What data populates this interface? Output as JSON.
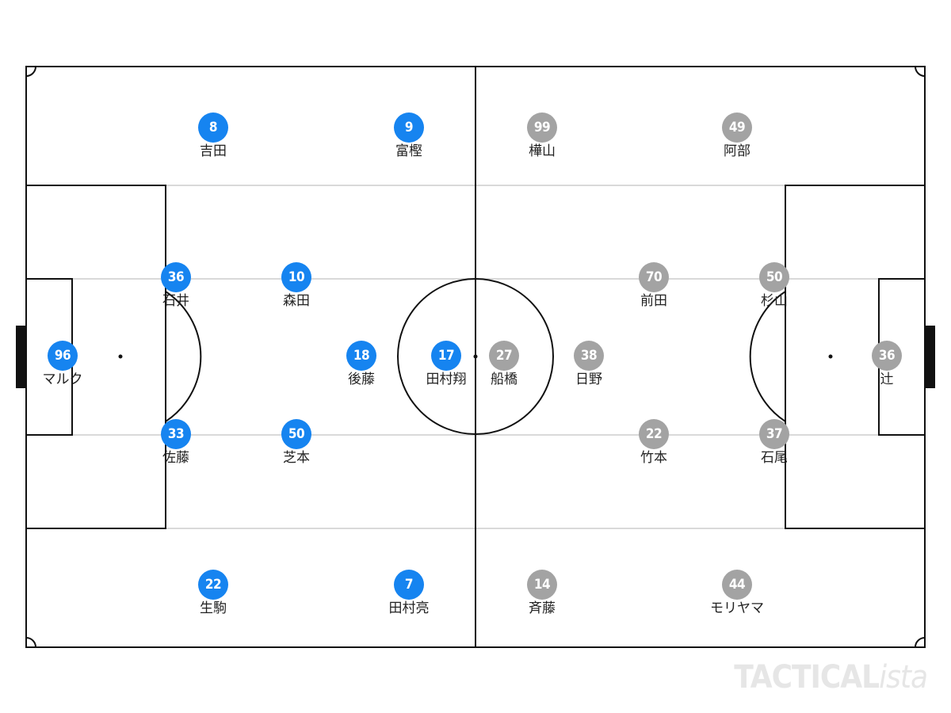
{
  "colors": {
    "home": "#1684f0",
    "away": "#a3a3a3",
    "lines": "#111111",
    "lanes": "#d9d9d9"
  },
  "home_players": [
    {
      "number": "8",
      "name": "吉田"
    },
    {
      "number": "9",
      "name": "富樫"
    },
    {
      "number": "36",
      "name": "石井"
    },
    {
      "number": "10",
      "name": "森田"
    },
    {
      "number": "96",
      "name": "マルク"
    },
    {
      "number": "18",
      "name": "後藤"
    },
    {
      "number": "17",
      "name": "田村翔"
    },
    {
      "number": "33",
      "name": "佐藤"
    },
    {
      "number": "50",
      "name": "芝本"
    },
    {
      "number": "22",
      "name": "生駒"
    },
    {
      "number": "7",
      "name": "田村亮"
    }
  ],
  "away_players": [
    {
      "number": "99",
      "name": "樺山"
    },
    {
      "number": "49",
      "name": "阿部"
    },
    {
      "number": "70",
      "name": "前田"
    },
    {
      "number": "50",
      "name": "杉山"
    },
    {
      "number": "27",
      "name": "船橋"
    },
    {
      "number": "38",
      "name": "日野"
    },
    {
      "number": "36",
      "name": "辻"
    },
    {
      "number": "22",
      "name": "竹本"
    },
    {
      "number": "37",
      "name": "石尾"
    },
    {
      "number": "14",
      "name": "斉藤"
    },
    {
      "number": "44",
      "name": "モリヤマ"
    }
  ],
  "watermark": {
    "main": "TACTICAL",
    "suffix": "ista"
  }
}
